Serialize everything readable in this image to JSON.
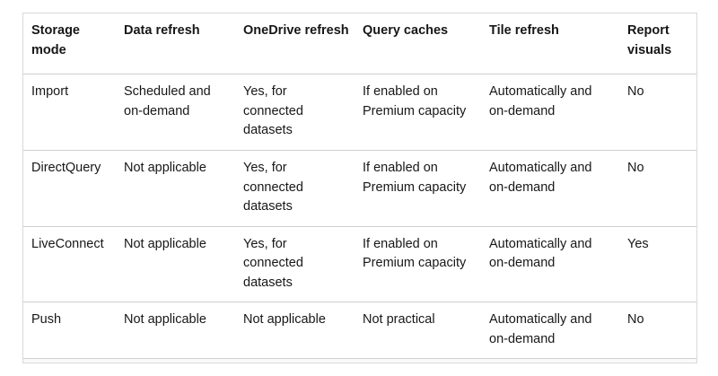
{
  "table": {
    "headers": [
      "Storage mode",
      "Data refresh",
      "OneDrive refresh",
      "Query caches",
      "Tile refresh",
      "Report visuals"
    ],
    "rows": [
      [
        "Import",
        "Scheduled and on-demand",
        "Yes, for connected datasets",
        "If enabled on Premium capacity",
        "Automatically and on-demand",
        "No"
      ],
      [
        "DirectQuery",
        "Not applicable",
        "Yes, for connected datasets",
        "If enabled on Premium capacity",
        "Automatically and on-demand",
        "No"
      ],
      [
        "LiveConnect",
        "Not applicable",
        "Yes, for connected datasets",
        "If enabled on Premium capacity",
        "Automatically and on-demand",
        "Yes"
      ],
      [
        "Push",
        "Not applicable",
        "Not applicable",
        "Not practical",
        "Automatically and on-demand",
        "No"
      ]
    ]
  }
}
